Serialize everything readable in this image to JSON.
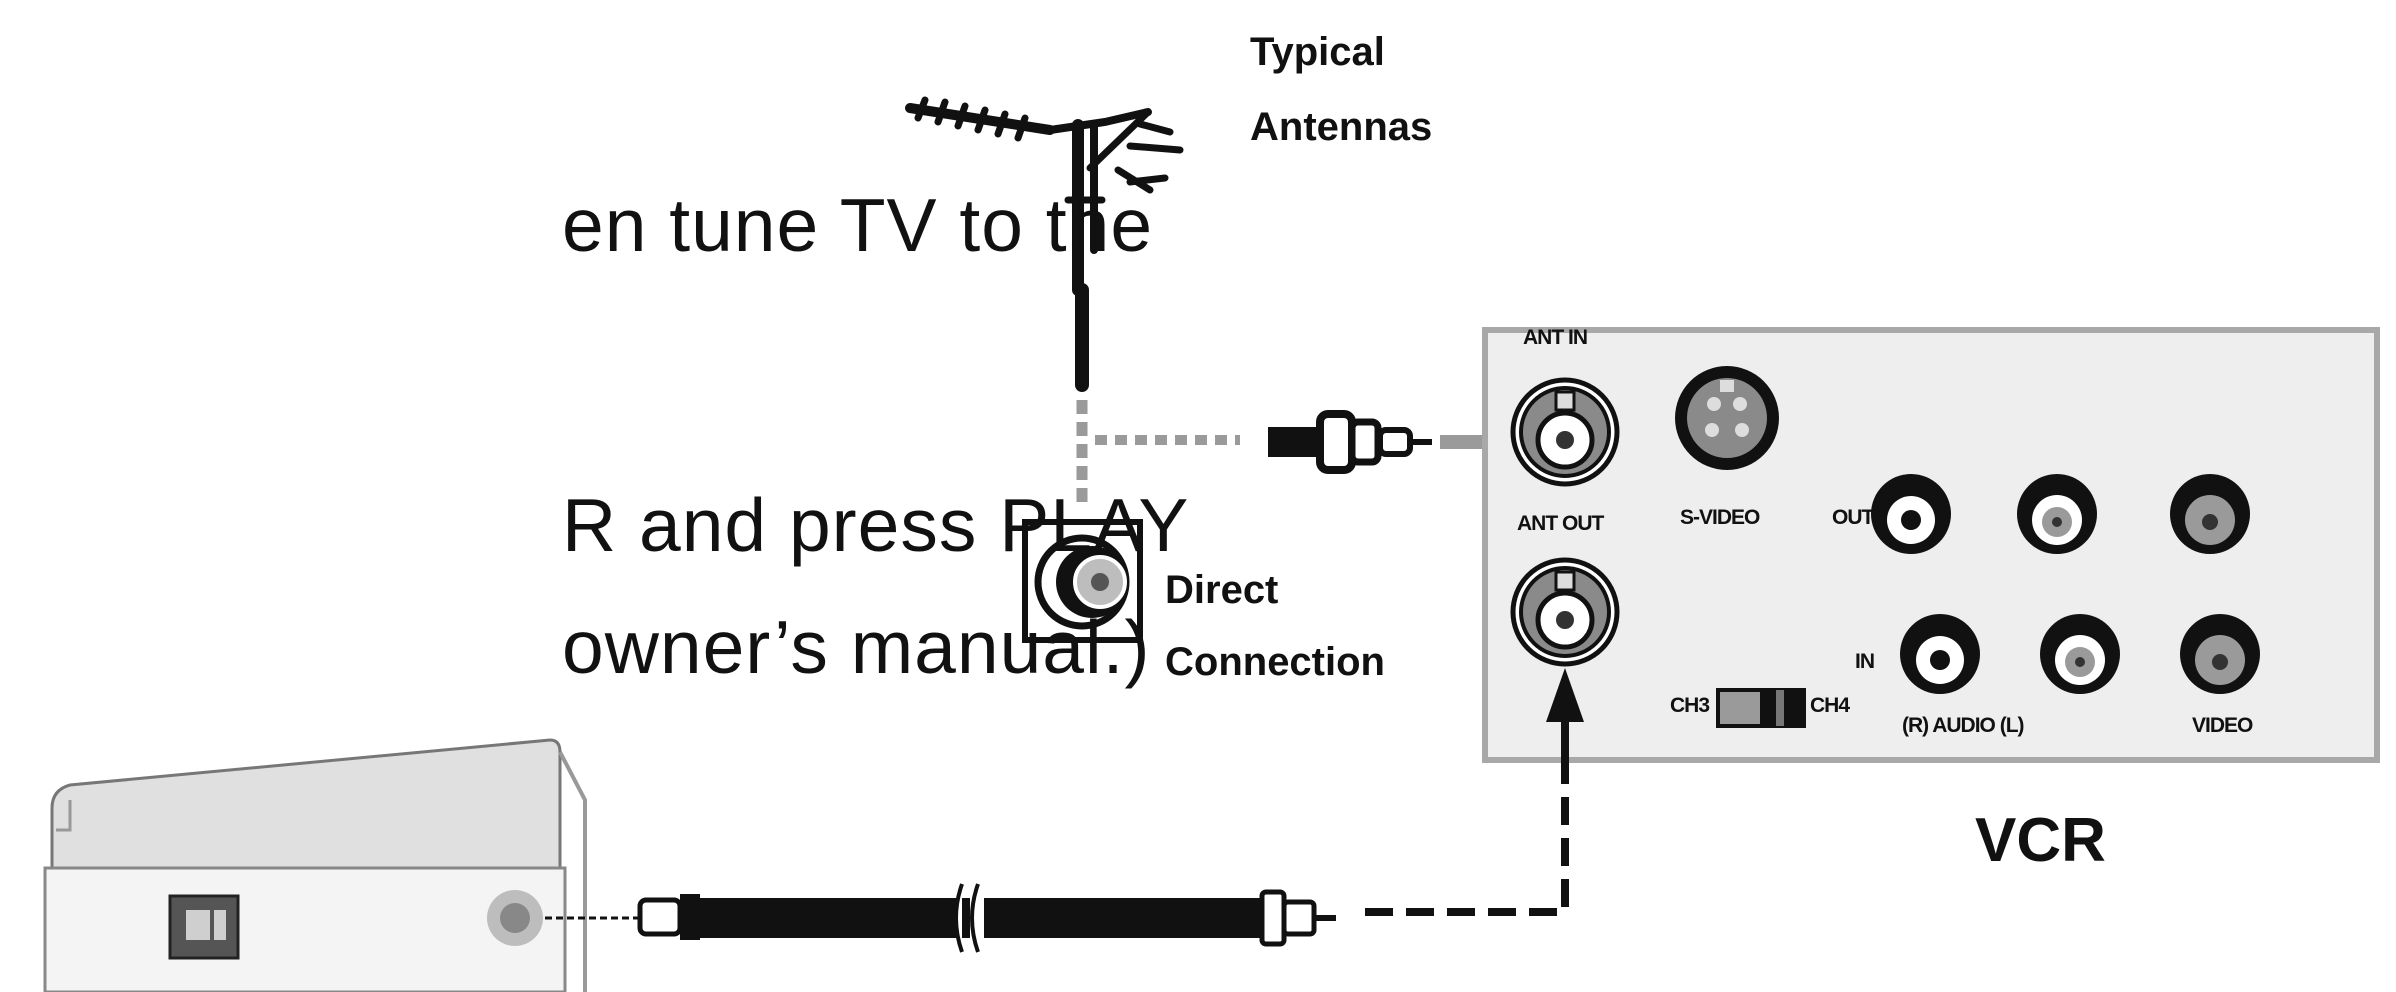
{
  "instructions": [
    "en tune TV to the",
    "R and press PLAY",
    "owner’s manual.)"
  ],
  "labels": {
    "antenna_line1": "Typical",
    "antenna_line2": "Antennas",
    "direct_line1": "Direct",
    "direct_line2": "Connection"
  },
  "vcr": {
    "name": "VCR",
    "ant_in": "ANT IN",
    "ant_out": "ANT OUT",
    "svideo": "S-VIDEO",
    "out": "OUT",
    "in": "IN",
    "ch3": "CH3",
    "ch4": "CH4",
    "audio": "(R) AUDIO (L)",
    "video": "VIDEO"
  }
}
